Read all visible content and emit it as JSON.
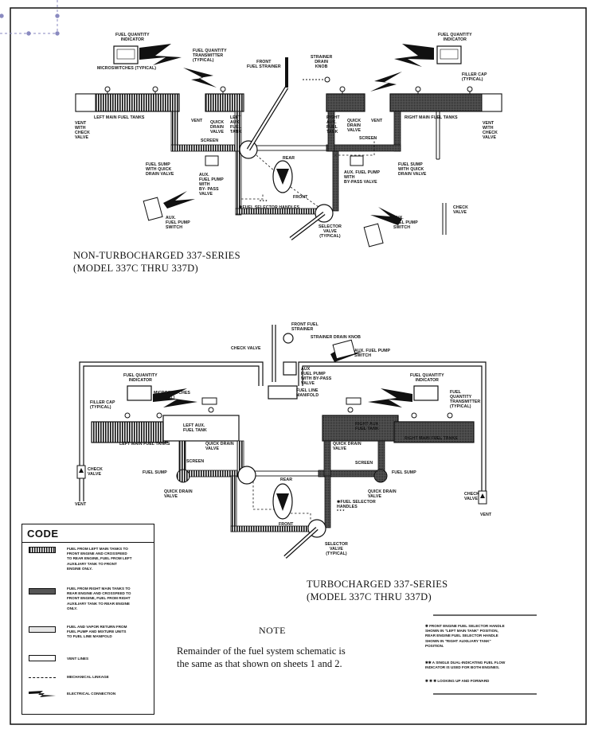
{
  "top": {
    "title": "NON-TURBOCHARGED 337-SERIES\n(MODEL 337C THRU 337D)",
    "labels": {
      "fqi_left": "FUEL QUANTITY\nINDICATOR",
      "fqi_right": "FUEL QUANTITY\nINDICATOR",
      "fqt": "FUEL QUANTITY\nTRANSMITTER\n(TYPICAL)",
      "front_strainer": "FRONT\nFUEL STRAINER",
      "strainer_knob": "STRAINER\nDRAIN\nKNOB",
      "microswitches": "MICROSWITCHES (TYPICAL)",
      "filler_cap": "FILLER CAP\n(TYPICAL)",
      "left_main_tanks": "LEFT MAIN FUEL TANKS",
      "right_main_tanks": "RIGHT MAIN FUEL TANKS",
      "vent_check_left": "VENT\nWITH\nCHECK\nVALVE",
      "vent_check_right": "VENT\nWITH\nCHECK\nVALVE",
      "vent_left": "VENT",
      "vent_right": "VENT",
      "quick_drain_left": "QUICK\nDRAIN\nVALVE",
      "quick_drain_right": "QUICK\nDRAIN\nVALVE",
      "left_aux": "LEFT\nAUX.\nFUEL\nTANK",
      "right_aux": "RIGHT\nAUX.\nFUEL\nTANK",
      "screen_left": "SCREEN",
      "screen_right": "SCREEN",
      "sump_left": "FUEL SUMP\nWITH QUICK\nDRAIN VALVE",
      "sump_right": "FUEL SUMP\nWITH   QUICK\nDRAIN VALVE",
      "aux_pump_left": "AUX.\nFUEL PUMP\nWITH\nBY- PASS\nVALVE",
      "aux_pump_right": "AUX. FUEL PUMP\nWITH\nBY-PASS VALVE",
      "aux_switch_left": "AUX.\nFUEL PUMP\nSWITCH",
      "aux_switch_right": "AUX.\nFUEL PUMP\nSWITCH",
      "rear": "REAR",
      "front": "FRONT",
      "stars": "* * *",
      "selector_handles": "✱FUEL SELECTOR HANDLES",
      "selector_valve": "SELECTOR\nVALVE\n(TYPICAL)",
      "check_valve": "CHECK\nVALVE"
    }
  },
  "bottom": {
    "title": "TURBOCHARGED 337-SERIES\n(MODEL 337C THRU 337D)",
    "labels": {
      "front_strainer": "FRONT FUEL\nSTRAINER",
      "strainer_knob": "STRAINER DRAIN KNOB",
      "check_valve_top": "CHECK VALVE",
      "aux_switch": "AUX. FUEL PUMP\nSWITCH",
      "aux_pump": "AUX\nFUEL PUMP\nWITH BY-PASS\nVALVE",
      "fuel_line_manifold": "FUEL LINE\nMANIFOLD",
      "fqi_left": "FUEL QUANTITY\nINDICATOR",
      "fqi_right": "FUEL QUANTITY\nINDICATOR",
      "microswitches": "MICROSWITCHES\n(TYPICAL)",
      "filler_cap": "FILLER CAP\n(TYPICAL)",
      "fqt": "FUEL\nQUANTITY\nTRANSMITTER\n(TYPICAL)",
      "left_aux": "LEFT AUX.\nFUEL TANK",
      "right_aux": "RIGHT AUX\nFUEL TANK",
      "left_main": "LEFT MAIN FUEL TANKS",
      "right_main": "RIGHT MAIN FUEL TANKS",
      "quick_drain_left": "QUICK DRAIN\nVALVE",
      "quick_drain_right": "QUICK DRAIN\nVALVE",
      "quick_drain_left2": "QUICK DRAIN\nVALVE",
      "quick_drain_right2": "QUICK DRAIN\nVALVE",
      "screen_left": "SCREEN",
      "screen_right": "SCREEN",
      "sump_left": "FUEL SUMP",
      "sump_right": "FUEL SUMP",
      "check_valve_left": "CHECK\nVALVE",
      "check_valve_right": "CHECK\nVALVE",
      "vent_left": "VENT",
      "vent_right": "VENT",
      "rear": "REAR",
      "front": "FRONT",
      "selector_handles": "✱FUEL SELECTOR\nHANDLES\n* * *",
      "selector_valve": "SELECTOR\nVALVE\n(TYPICAL)"
    }
  },
  "code": {
    "title": "CODE",
    "items": [
      {
        "text": "FUEL FROM LEFT MAIN TANKS TO\nFRONT ENGINE AND CROSSFEED\nTO REAR ENGINE, FUEL FROM LEFT\nAUXILIARY TANK TO FRONT\nENGINE ONLY."
      },
      {
        "text": "FUEL FROM RIGHT MAIN TANKS TO\nREAR ENGINE AND CROSSFEED TO\nFRONT ENGINE, FUEL FROM RIGHT\nAUXILIARY TANK TO REAR ENGINE\nONLY."
      },
      {
        "text": "FUEL AND VAPOR RETURN FROM\nFUEL PUMP AND MIXTURE UNITS\nTO FUEL LINE MANIFOLD"
      },
      {
        "text": "VENT LINES"
      },
      {
        "text": "MECHANICAL LINKAGE"
      },
      {
        "text": "ELECTRICAL CONNECTION"
      }
    ]
  },
  "note": {
    "heading": "NOTE",
    "body": "Remainder of the fuel system schematic is\nthe same as that shown on sheets 1 and 2."
  },
  "footnotes": [
    "✱ FRONT ENGINE FUEL SELECTOR HANDLE\n  SHOWN IN \"LEFT MAIN TANK\" POSITION,\n  REAR ENGINE FUEL SELECTOR HANDLE\n  SHOWN IN \"RIGHT AUXILIARY TANK\"\n  POSITION.",
    "✱✱ A SINGLE DUAL-INDICATING FUEL FLOW\n   INDICATOR IS USED FOR BOTH ENGINES.",
    "✱ ✱ ✱  LOOKING UP AND FORWARD"
  ]
}
